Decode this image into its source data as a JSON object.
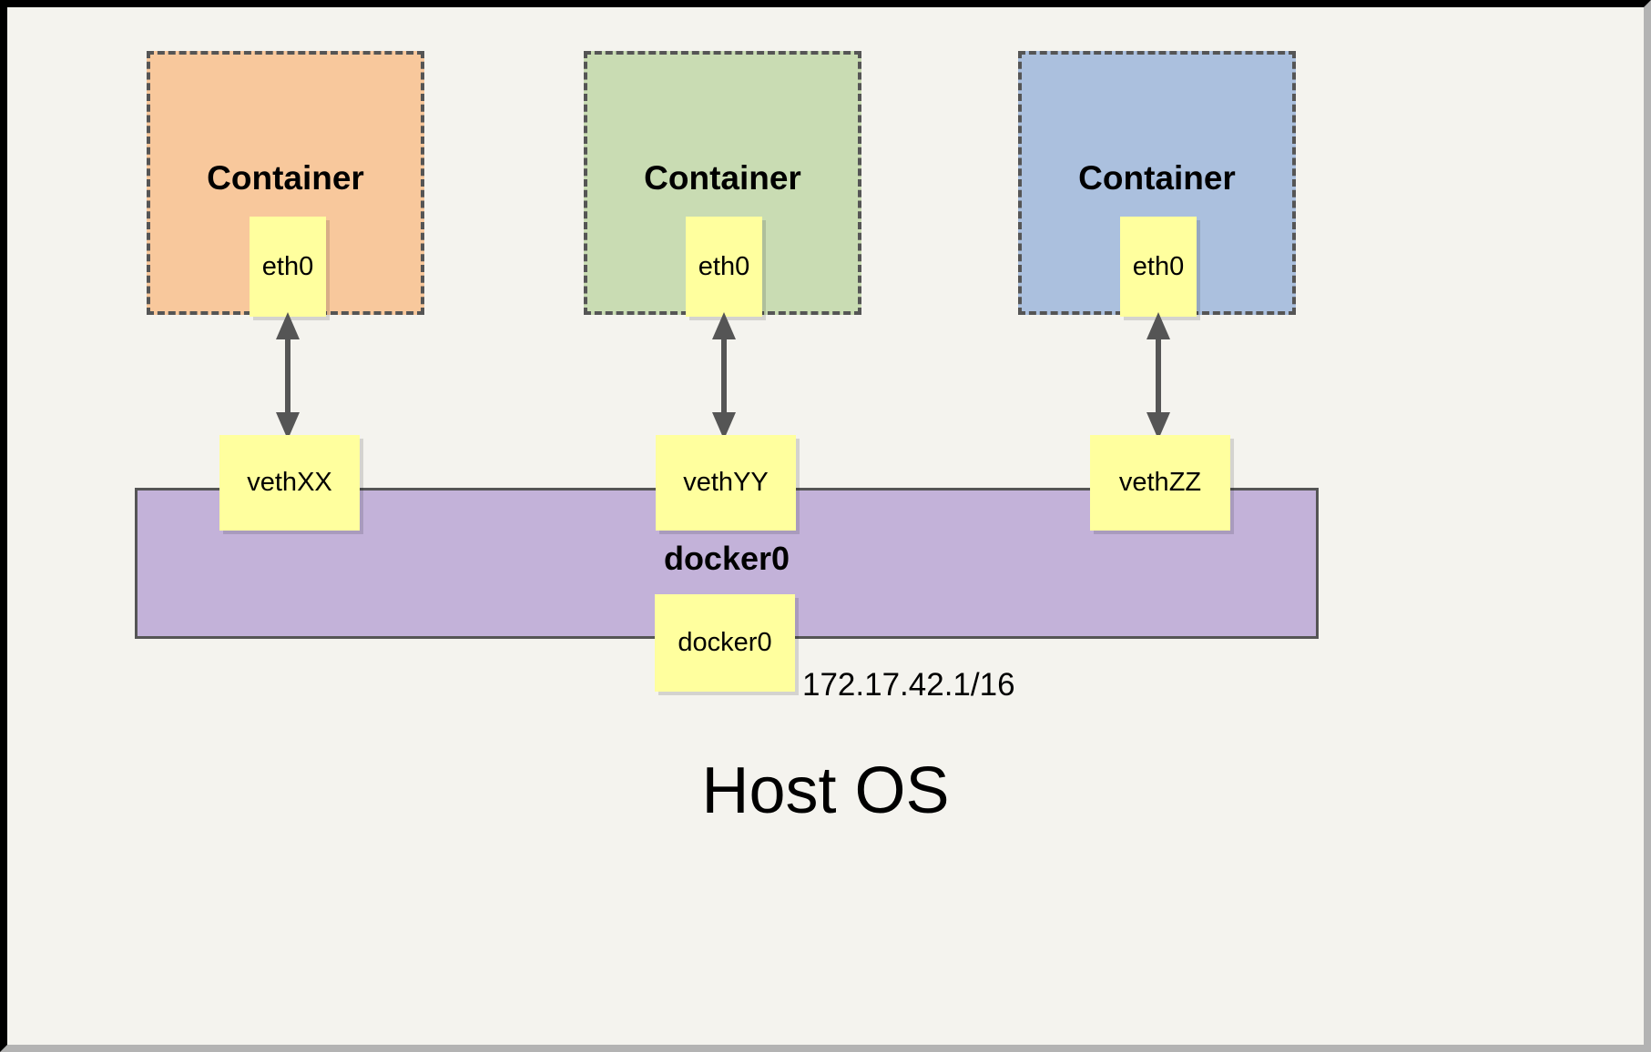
{
  "diagram": {
    "title_label": "Host OS",
    "bridge": {
      "name": "docker0",
      "port_label": "docker0",
      "ip": "172.17.42.1/16",
      "color": "#c3b2d9"
    },
    "containers": [
      {
        "label": "Container",
        "interface": "eth0",
        "veth": "vethXX",
        "color": "#f8c89c"
      },
      {
        "label": "Container",
        "interface": "eth0",
        "veth": "vethYY",
        "color": "#c9dcb3"
      },
      {
        "label": "Container",
        "interface": "eth0",
        "veth": "vethZZ",
        "color": "#abc0de"
      }
    ],
    "icons": {
      "link_arrow": "double-headed-arrow"
    },
    "colors": {
      "background": "#f4f3ee",
      "note": "#ffff9e",
      "stroke": "#555555",
      "frame": "#000000"
    }
  }
}
